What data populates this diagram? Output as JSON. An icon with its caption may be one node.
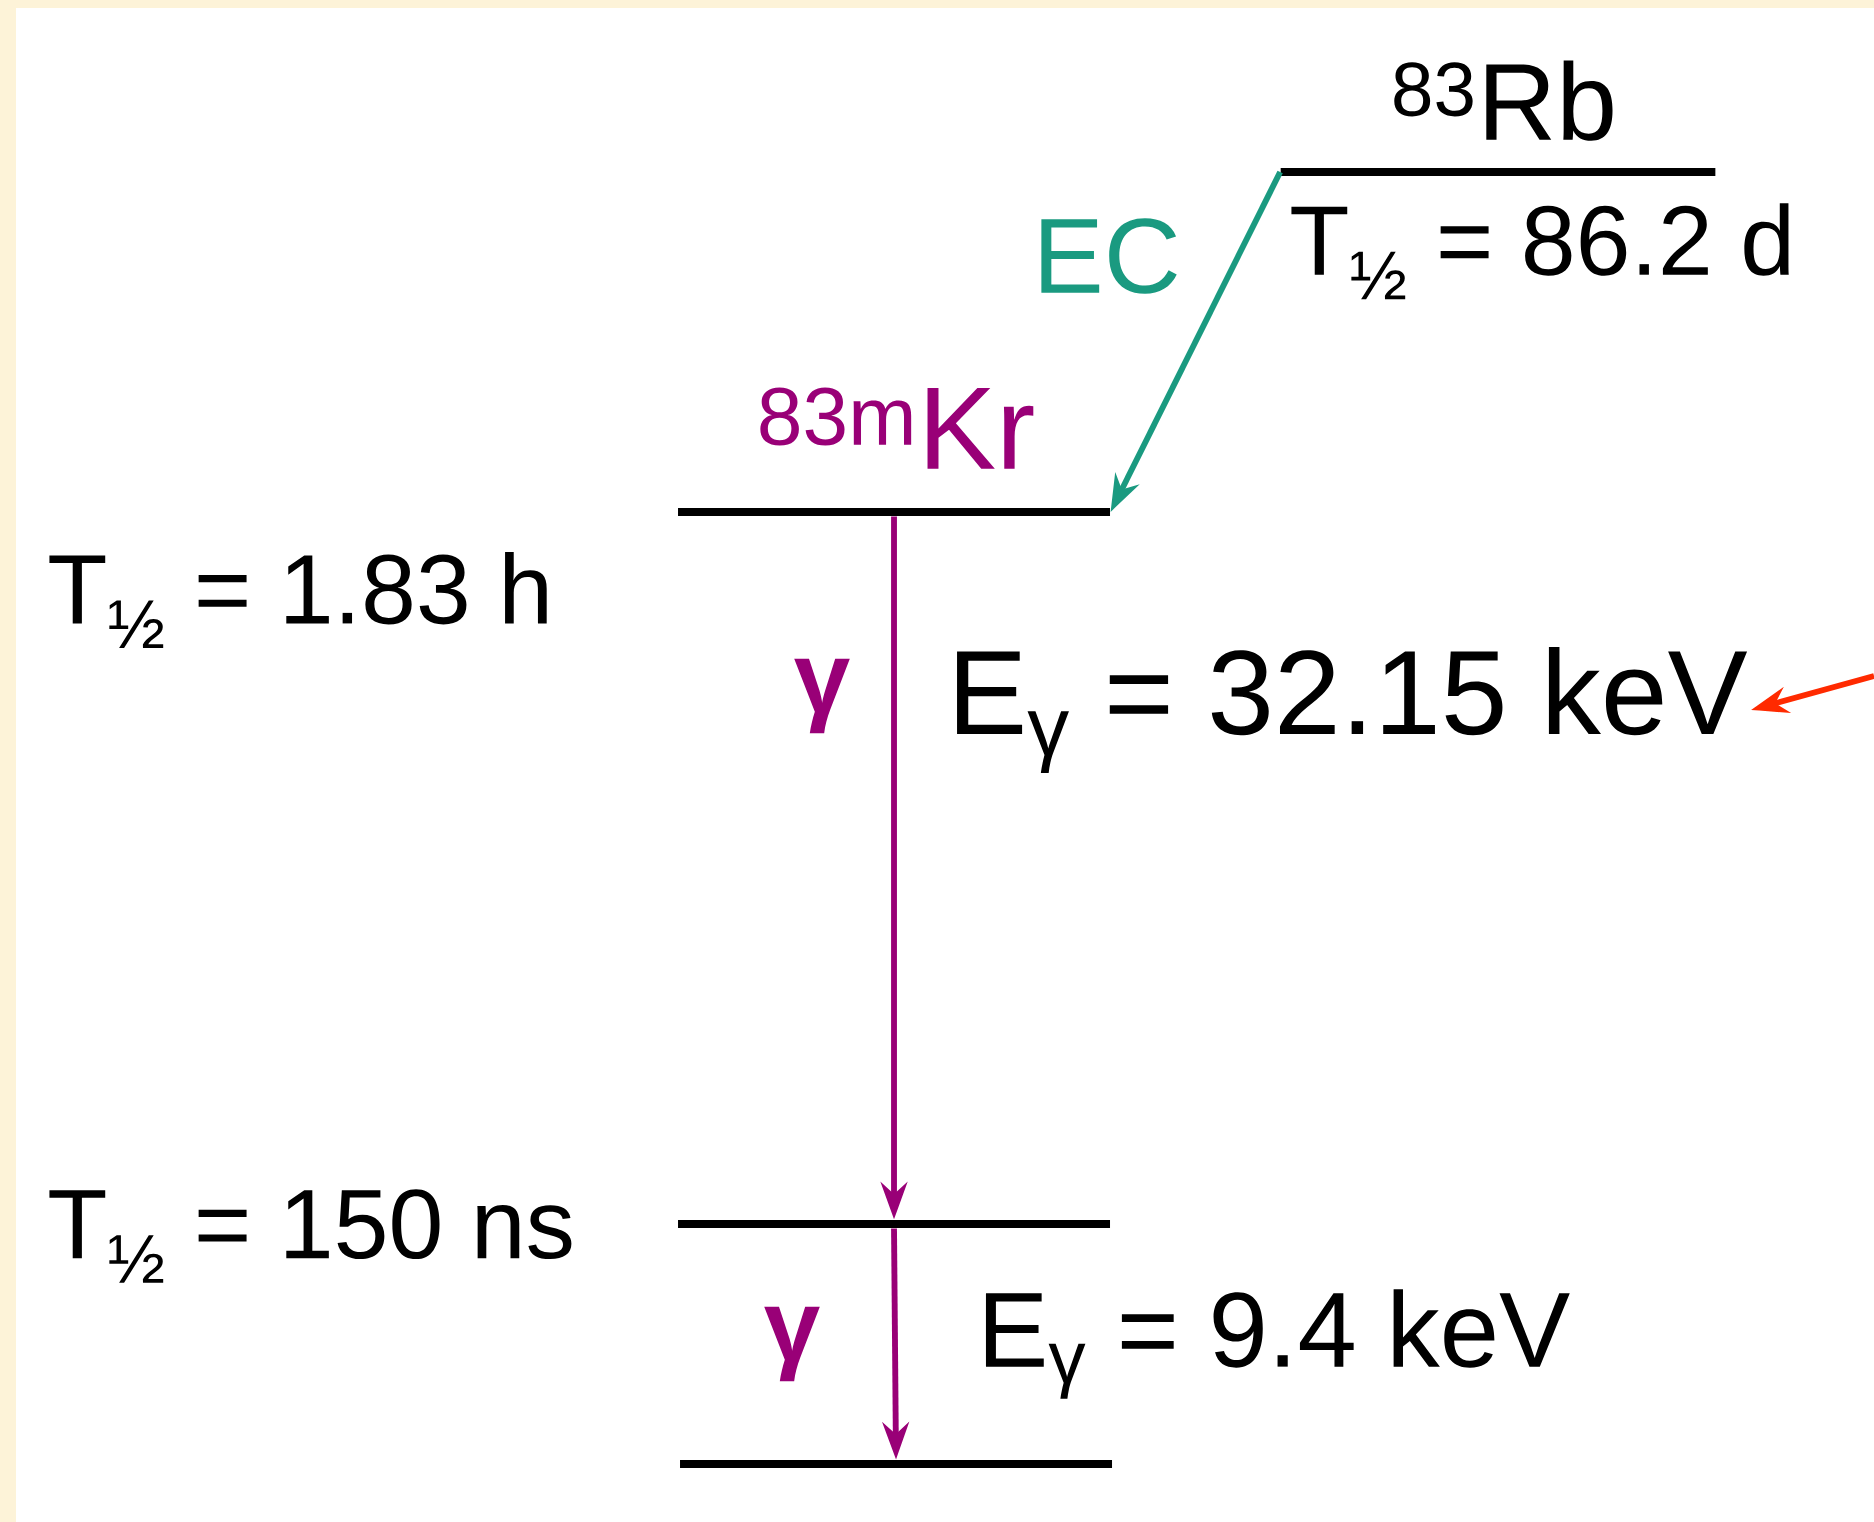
{
  "diagram": {
    "nodes": [
      {
        "text": [
          "$^{83}$Rb",
          "T$_{½}$ = 86.2 d"
        ]
      },
      {
        "text": [
          "$^{83m}$Kr",
          "T$_{½}$ = 1.83 h"
        ]
      },
      {
        "text": [
          "T$_{½}$ = 150 ns"
        ]
      },
      {
        "text": [],
        "shape": "bar"
      },
      {
        "text": [
          "E$_{γ}$ = 32.15 keV"
        ]
      }
    ],
    "edges": [
      {
        "from": 0,
        "to": 1,
        "arrow": "to",
        "label": "EC",
        "color": "#1a9a80"
      },
      {
        "from": 1,
        "to": 2,
        "arrow": "to",
        "label": "γ",
        "color": "#990077"
      },
      {
        "from": 2,
        "to": 3,
        "arrow": "to",
        "label": "γ",
        "color": "#990077"
      },
      {
        "from": null,
        "to": 4,
        "arrow": "to",
        "color": "#ff2a00"
      }
    ],
    "labels": [
      "E$_{γ}$ = 9.4 keV"
    ]
  }
}
